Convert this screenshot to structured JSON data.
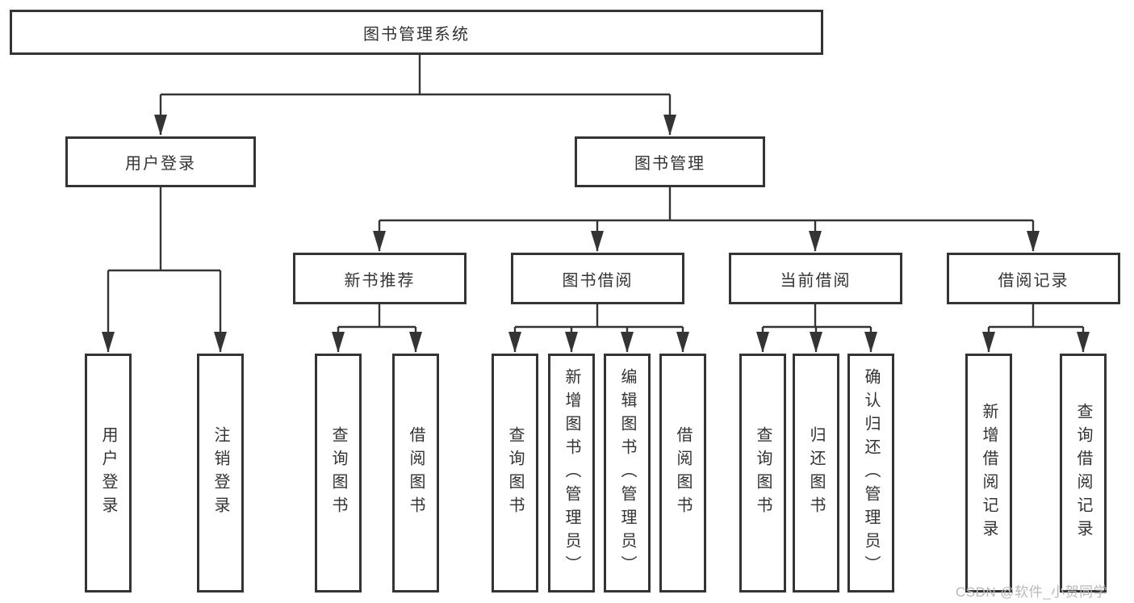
{
  "diagram": {
    "root": "图书管理系统",
    "branches": [
      {
        "label": "用户登录",
        "leaves": [
          "用户登录",
          "注销登录"
        ]
      },
      {
        "label": "图书管理",
        "subbranches": [
          {
            "label": "新书推荐",
            "leaves": [
              "查询图书",
              "借阅图书"
            ]
          },
          {
            "label": "图书借阅",
            "leaves": [
              "查询图书",
              "新增图书（管理员）",
              "编辑图书（管理员）",
              "借阅图书"
            ]
          },
          {
            "label": "当前借阅",
            "leaves": [
              "查询图书",
              "归还图书",
              "确认归还（管理员）"
            ]
          },
          {
            "label": "借阅记录",
            "leaves": [
              "新增借阅记录",
              "查询借阅记录"
            ]
          }
        ]
      }
    ]
  },
  "watermark": "CSDN @软件_小贺同学",
  "colors": {
    "line": "#343434",
    "box_border": "#343434",
    "text": "#333333",
    "watermark": "#b9b9b9",
    "background": "#ffffff"
  }
}
